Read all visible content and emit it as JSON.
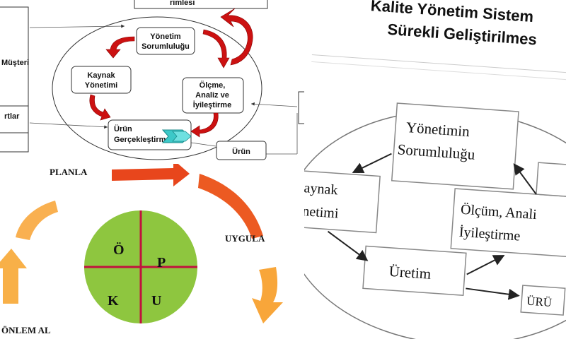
{
  "panel_a": {
    "top_fragment": "rimlesi",
    "left_label": "Müşteri",
    "left_label_2": "rtlar",
    "boxes": {
      "yonetim": [
        "Yönetim",
        "Sorumluluğu"
      ],
      "kaynak": [
        "Kaynak",
        "Yönetimi"
      ],
      "olcme": [
        "Ölçme,",
        "Analiz ve",
        "İyileştirme"
      ],
      "urun_gerc": [
        "Ürün",
        "Gerçekleştirme"
      ],
      "urun": "Ürün"
    }
  },
  "panel_b": {
    "title_line1": "Kalite Yönetim Sistem",
    "title_line2": "Sürekli Geliştirilmes",
    "boxes": {
      "yonetim": [
        "Yönetimin",
        "Sorumluluğu"
      ],
      "kaynak": [
        "aynak",
        "netimi"
      ],
      "olcum": [
        "Ölçüm, Anali",
        "İyileştirme"
      ],
      "uretim": "Üretim",
      "urun": "ÜRÜ"
    }
  },
  "panel_c": {
    "planla": "PLANLA",
    "uygula": "UYGULA",
    "onlem": "ÖNLEM AL",
    "quad": {
      "tl": "Ö",
      "tr": "P",
      "bl": "K",
      "br": "U"
    }
  },
  "colors": {
    "red_arrow": "#cc1111",
    "orange_dark": "#e8461c",
    "orange_light": "#f8b048",
    "green_circle": "#8ec63f",
    "quadrant_line": "#c0123e",
    "teal_arrow": "#3cc8c8"
  }
}
